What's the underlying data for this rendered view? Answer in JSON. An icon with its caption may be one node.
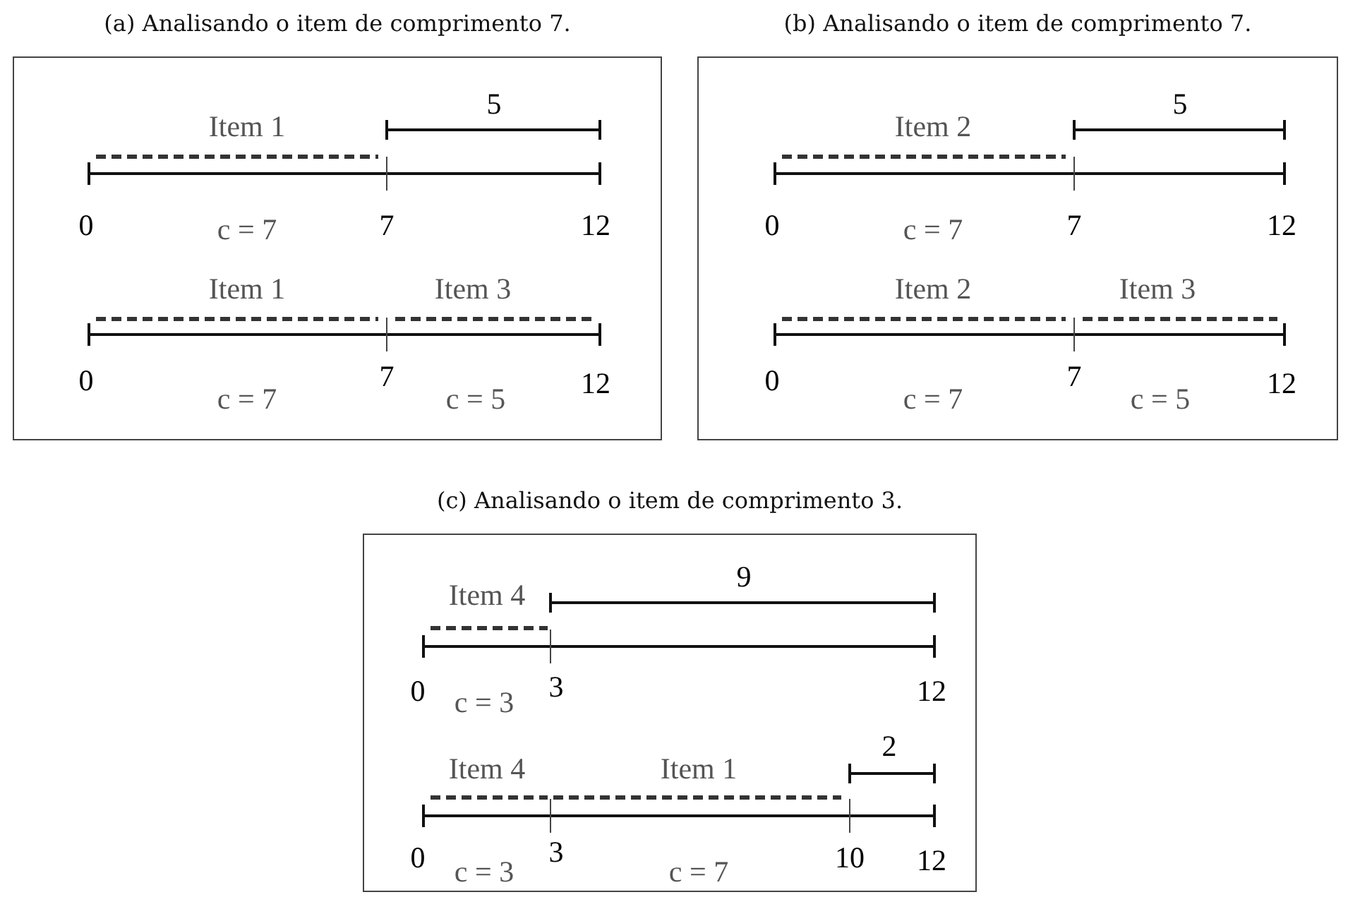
{
  "diagram": {
    "nodes": [
      {
        "text": [
          "(a) Analisando o item de comprimento 7."
        ]
      },
      {
        "text": [
          "(b) Analisando o item de comprimento 7."
        ]
      },
      {
        "text": [
          "(c) Analisando o item de comprimento 3."
        ]
      }
    ],
    "labels": [
      "Item 1",
      "5",
      "0",
      "c = 7",
      "7",
      "12",
      "Item 1",
      "Item 3",
      "0",
      "7",
      "12",
      "c = 7",
      "c = 5",
      "Item 2",
      "5",
      "0",
      "c = 7",
      "7",
      "12",
      "Item 2",
      "Item 3",
      "0",
      "7",
      "12",
      "c = 7",
      "c = 5",
      "Item 4",
      "9",
      "0",
      "c = 3",
      "3",
      "12",
      "Item 4",
      "Item 1",
      "2",
      "0",
      "3",
      "10",
      "12",
      "c = 3",
      "c = 7"
    ]
  }
}
